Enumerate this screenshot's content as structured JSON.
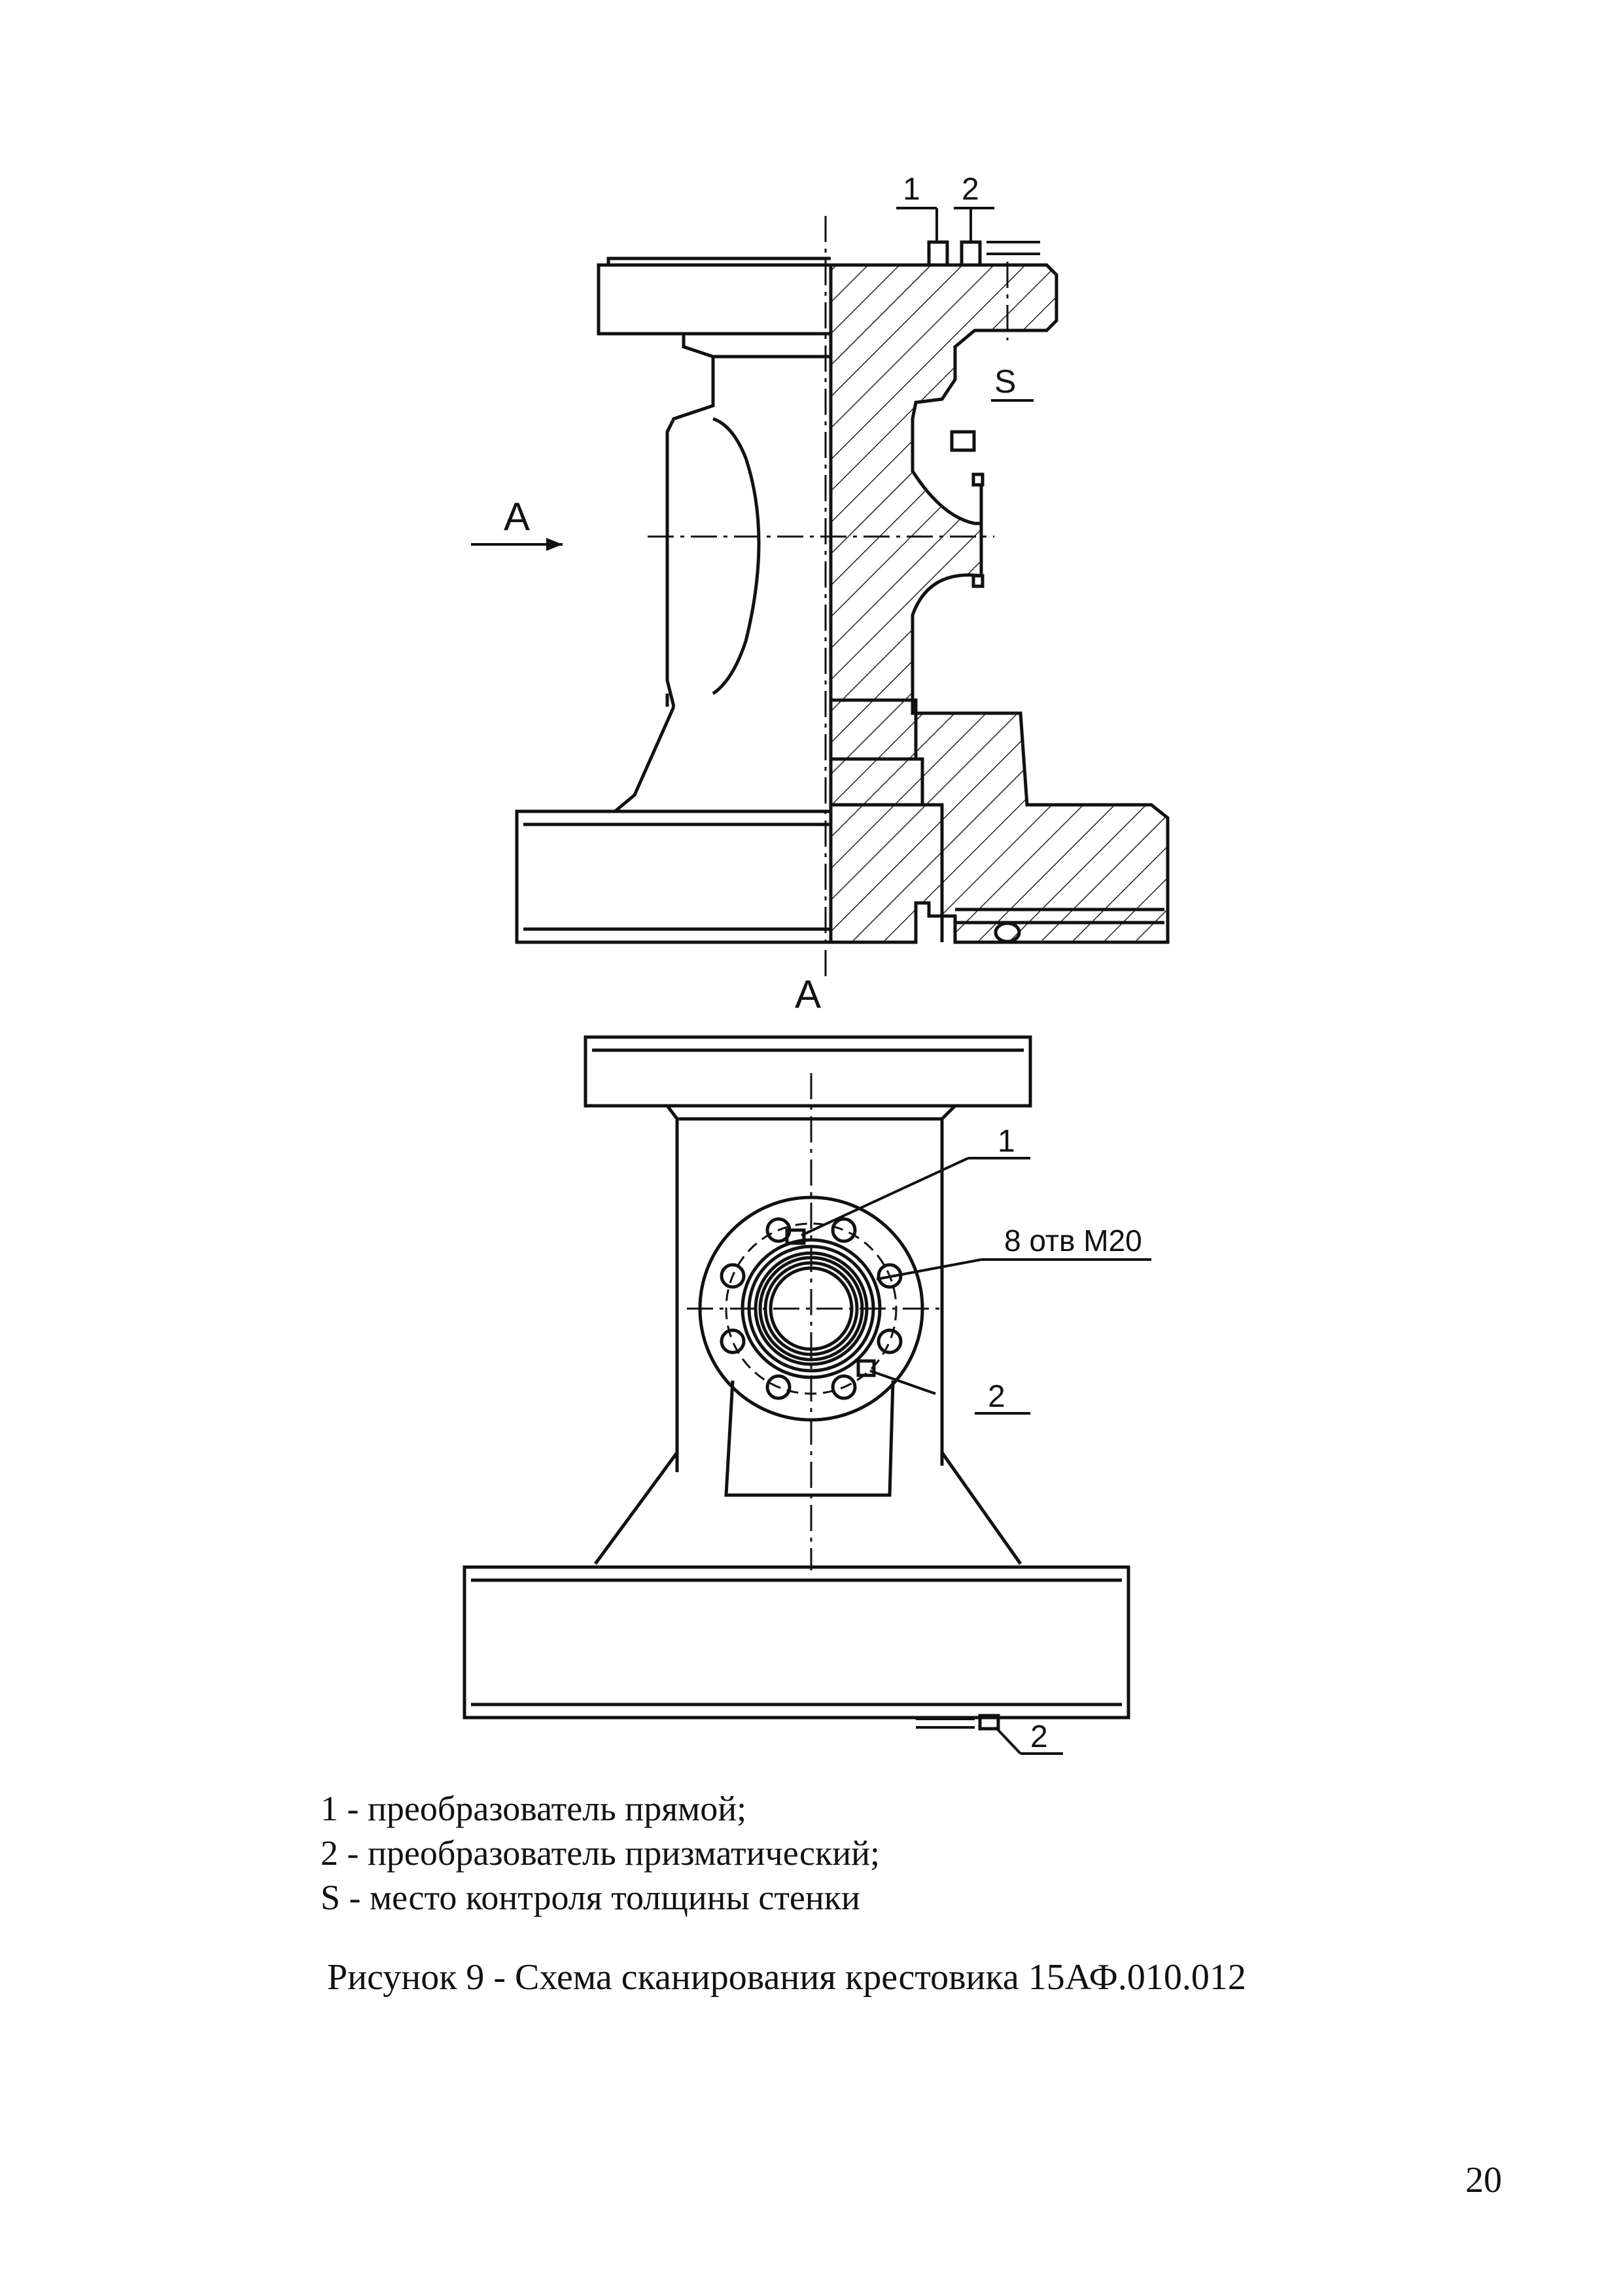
{
  "drawing": {
    "label_1_top": "1",
    "label_2_top": "2",
    "label_s": "S",
    "label_a_arrow": "A",
    "label_a_view": "A",
    "label_1_view": "1",
    "label_holes": "8 отв М20",
    "label_2_view": "2",
    "label_2_bottom": "2"
  },
  "legend": {
    "item_1": "1 - преобразователь прямой;",
    "item_2": "2 - преобразователь призматический;",
    "item_s": "S - место контроля толщины стенки"
  },
  "caption": "Рисунок 9 - Схема сканирования крестовика 15АФ.010.012",
  "page_number": "20"
}
